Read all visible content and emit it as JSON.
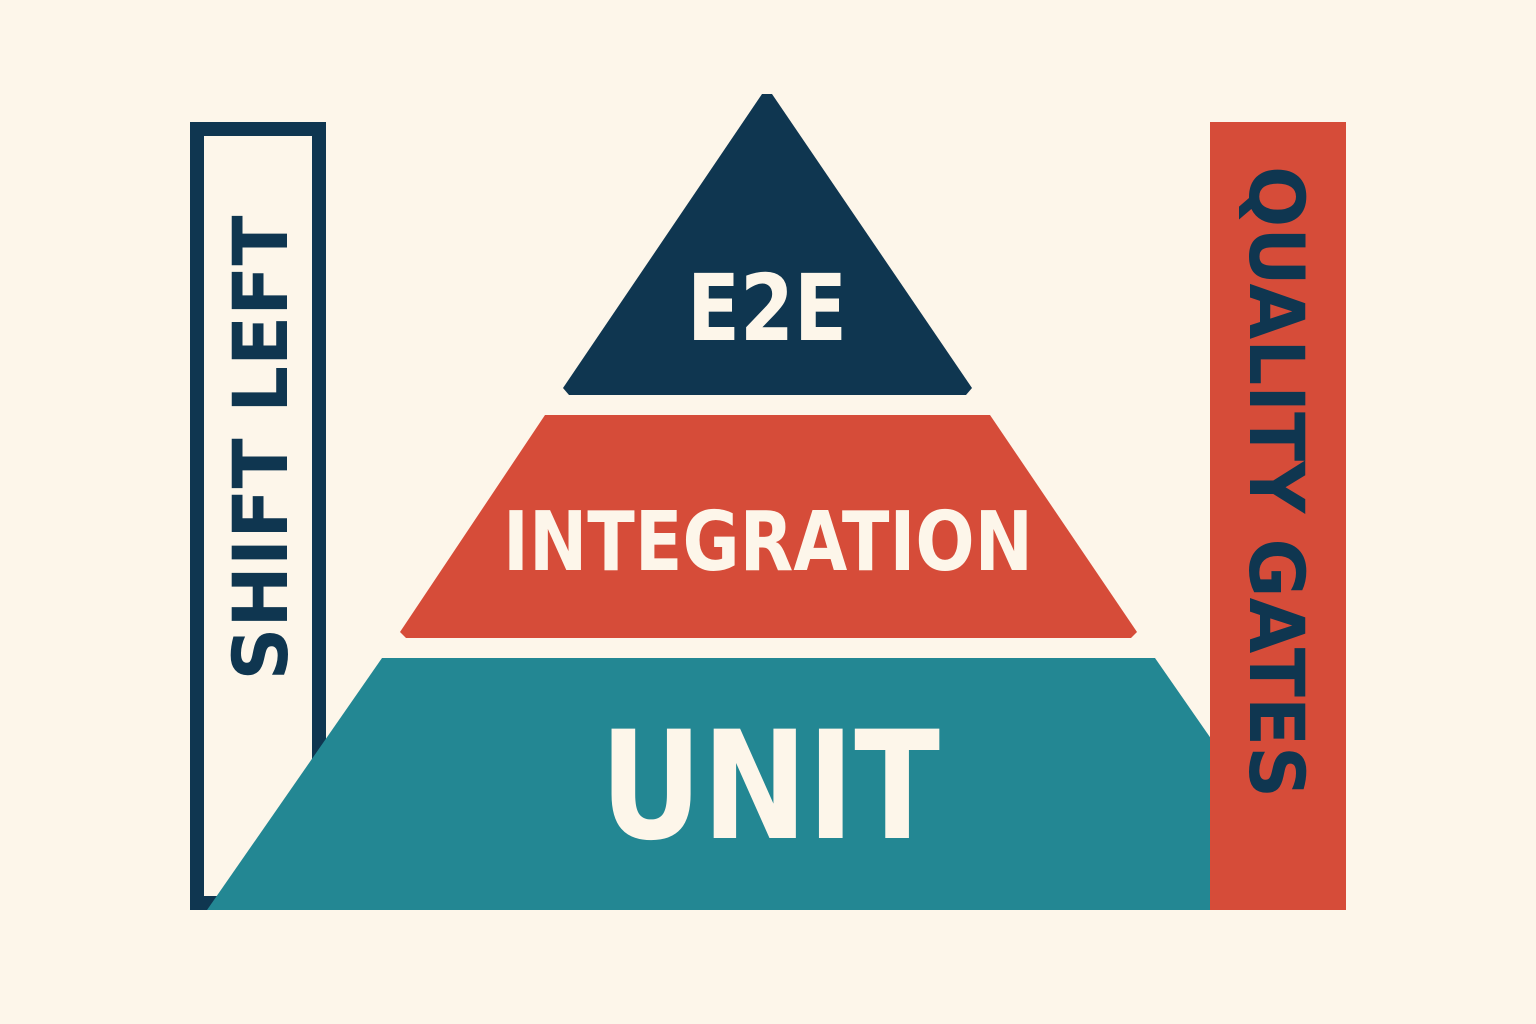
{
  "pyramid": {
    "top": {
      "label": "E2E",
      "color": "#0f3650"
    },
    "middle": {
      "label": "INTEGRATION",
      "color": "#d64c39"
    },
    "bottom": {
      "label": "UNIT",
      "color": "#238793"
    }
  },
  "left_bar": {
    "label": "SHIFT LEFT",
    "color": "#0f3650"
  },
  "right_bar": {
    "label": "QUALITY GATES",
    "color": "#d64c39"
  },
  "colors": {
    "background": "#fdf6ea",
    "text_light": "#fdf6ea"
  }
}
